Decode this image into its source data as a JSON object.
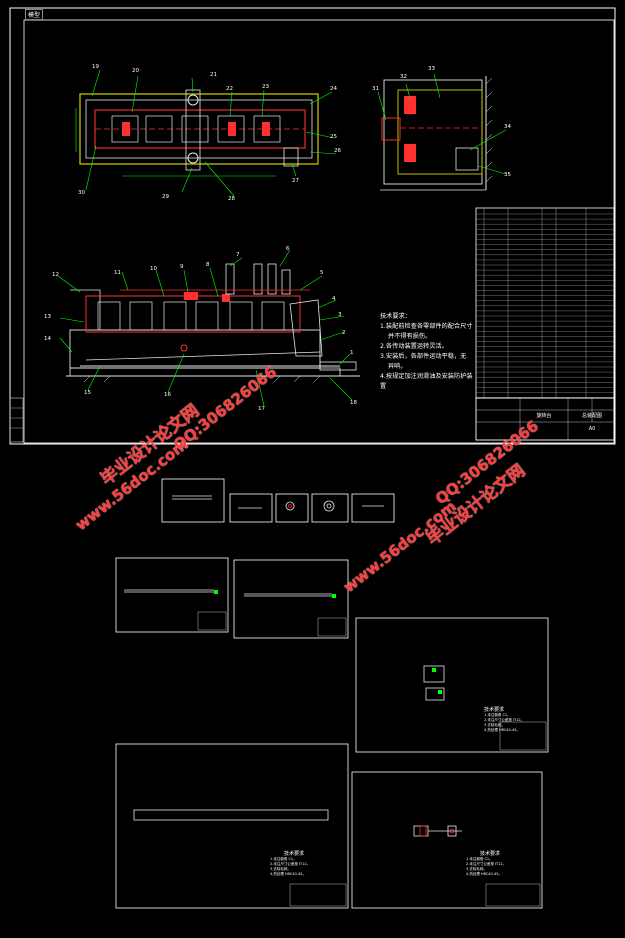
{
  "main_sheet": {
    "tab_label": "模型",
    "tech_req_title": "技术要求：",
    "tech_req_lines": [
      "1.装配前检查各零部件的配合尺寸",
      "并不得有损伤。",
      "2.各传动装置运转灵活。",
      "3.安装后，各部件运动平稳，无",
      "异响。",
      "4.按规定加注润滑油及安装防护装置"
    ],
    "title_block_name": "旋转台",
    "title_block_drawing": "总装配图",
    "title_block_scale": "A0",
    "balloons_plan": [
      "19",
      "20",
      "21",
      "22",
      "23",
      "24",
      "25",
      "26",
      "27",
      "28",
      "29",
      "30"
    ],
    "balloons_side": [
      "31",
      "32",
      "33",
      "34",
      "35"
    ],
    "balloons_front": [
      "1",
      "2",
      "3",
      "4",
      "5",
      "6",
      "7",
      "8",
      "9",
      "10",
      "11",
      "12",
      "13",
      "14",
      "15",
      "16",
      "17",
      "18"
    ]
  },
  "watermarks": {
    "url": "www.56doc.com",
    "qq": "QQ:306826066",
    "brand": "毕业设计论文网"
  },
  "sub_sheets": {
    "tech_req_title": "技术要求",
    "tech_req_lines": [
      "1.未注倒角 C1。",
      "2.未注尺寸公差按 IT12。",
      "3.去除毛刺。",
      "4.热处理 HRC40-45。"
    ]
  }
}
